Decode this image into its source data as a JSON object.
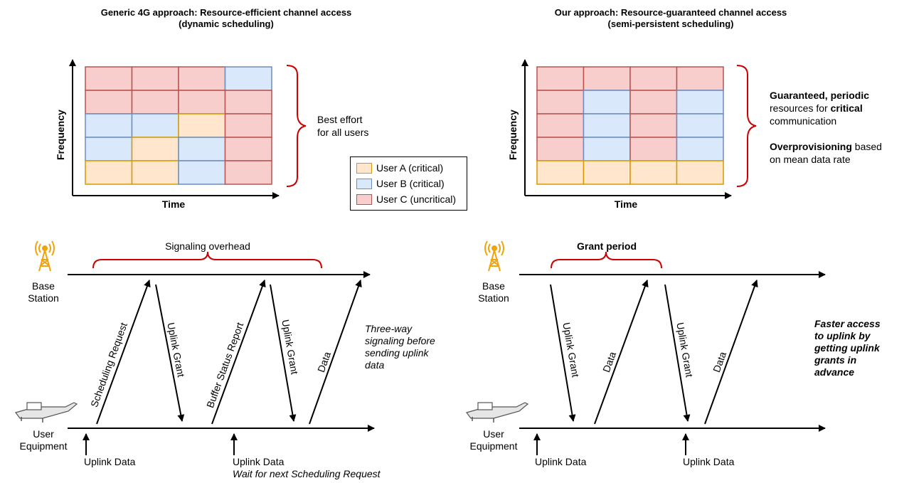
{
  "colors": {
    "user_a": {
      "fill": "#ffe6cc",
      "stroke": "#d79b00"
    },
    "user_b": {
      "fill": "#dae8fc",
      "stroke": "#6c8ebf"
    },
    "user_c": {
      "fill": "#f8cecc",
      "stroke": "#b85450"
    },
    "brace": "#cc0000",
    "tower": "#f0a30a"
  },
  "left": {
    "title_line1": "Generic 4G approach: Resource-efficient channel access",
    "title_line2": "(dynamic scheduling)",
    "y_axis": "Frequency",
    "x_axis": "Time",
    "brace_note_line1": "Best effort",
    "brace_note_line2": "for all users",
    "grid": [
      [
        "C",
        "C",
        "C",
        "B"
      ],
      [
        "C",
        "C",
        "C",
        "C"
      ],
      [
        "B",
        "B",
        "A",
        "C"
      ],
      [
        "B",
        "A",
        "B",
        "C"
      ],
      [
        "A",
        "A",
        "B",
        "C"
      ]
    ],
    "signaling_label": "Signaling overhead",
    "bs_label_line1": "Base",
    "bs_label_line2": "Station",
    "ue_label_line1": "User",
    "ue_label_line2": "Equipment",
    "msg_scheduling_request": "Scheduling Request",
    "msg_uplink_grant_1": "Uplink Grant",
    "msg_bsr": "Buffer Status Report",
    "msg_uplink_grant_2": "Uplink Grant",
    "msg_data": "Data",
    "note_line1": "Three-way",
    "note_line2": "signaling before",
    "note_line3": "sending uplink",
    "note_line4": "data",
    "uplink_data_1": "Uplink Data",
    "uplink_data_2": "Uplink Data",
    "wait_note": "Wait for next Scheduling Request"
  },
  "right": {
    "title_line1": "Our approach: Resource-guaranteed channel access",
    "title_line2": "(semi-persistent scheduling)",
    "y_axis": "Frequency",
    "x_axis": "Time",
    "grid": [
      [
        "C",
        "C",
        "C",
        "C"
      ],
      [
        "C",
        "B",
        "C",
        "B"
      ],
      [
        "C",
        "B",
        "C",
        "B"
      ],
      [
        "C",
        "B",
        "C",
        "B"
      ],
      [
        "A",
        "A",
        "A",
        "A"
      ]
    ],
    "note1_bold1": "Guaranteed, periodic",
    "note1_plain1": "resources for ",
    "note1_bold2": "critical",
    "note1_plain2": "communication",
    "note2_bold": "Overprovisioning",
    "note2_plain1": " based",
    "note2_plain2": "on mean data rate",
    "grant_period_label": "Grant period",
    "bs_label_line1": "Base",
    "bs_label_line2": "Station",
    "ue_label_line1": "User",
    "ue_label_line2": "Equipment",
    "msg_uplink_grant_1": "Uplink Grant",
    "msg_data_1": "Data",
    "msg_uplink_grant_2": "Uplink Grant",
    "msg_data_2": "Data",
    "uplink_data_1": "Uplink Data",
    "uplink_data_2": "Uplink Data",
    "fast_note_line1": "Faster access",
    "fast_note_line2": "to uplink by",
    "fast_note_line3": "getting uplink",
    "fast_note_line4": "grants in",
    "fast_note_line5": "advance"
  },
  "legend": {
    "items": [
      {
        "key": "A",
        "label": "User A (critical)"
      },
      {
        "key": "B",
        "label": "User B (critical)"
      },
      {
        "key": "C",
        "label": "User C (uncritical)"
      }
    ]
  }
}
